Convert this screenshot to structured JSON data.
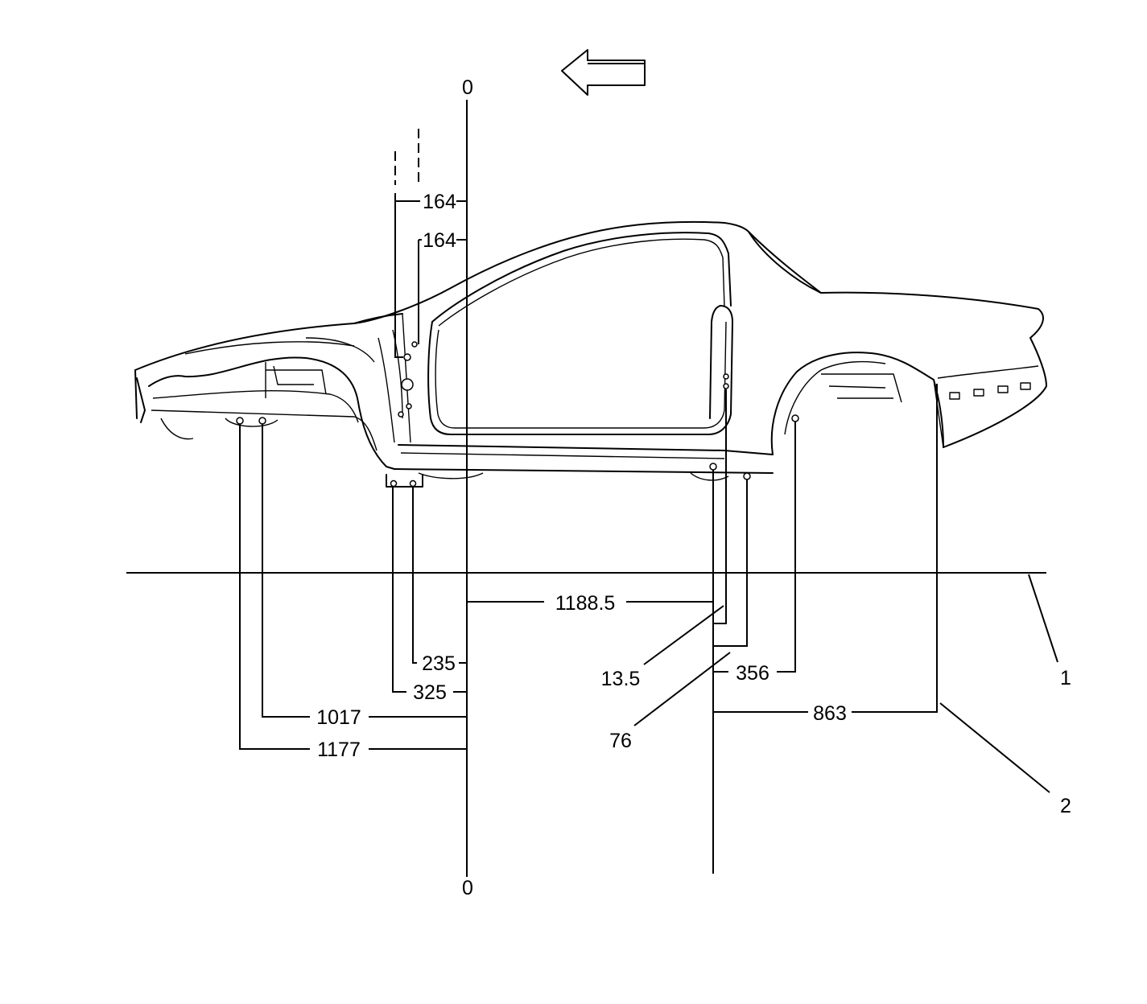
{
  "zero_labels": {
    "top": "0",
    "bottom": "0"
  },
  "dimensions": {
    "a_pillar_upper": "164",
    "a_pillar_lower": "164",
    "rocker_span": "1188.5",
    "b_pillar_offset": "13.5",
    "b_pillar_lower": "76",
    "front_hole_inner": "235",
    "front_hole_outer": "325",
    "rear_wheelhouse": "356",
    "front_rail_inner": "1017",
    "front_rail_outer": "1177",
    "rear_quarter": "863"
  },
  "callouts": {
    "datum_line": "1",
    "rear_point": "2"
  },
  "direction_arrow": {
    "icon": "arrow-left-icon",
    "meaning": "front"
  }
}
